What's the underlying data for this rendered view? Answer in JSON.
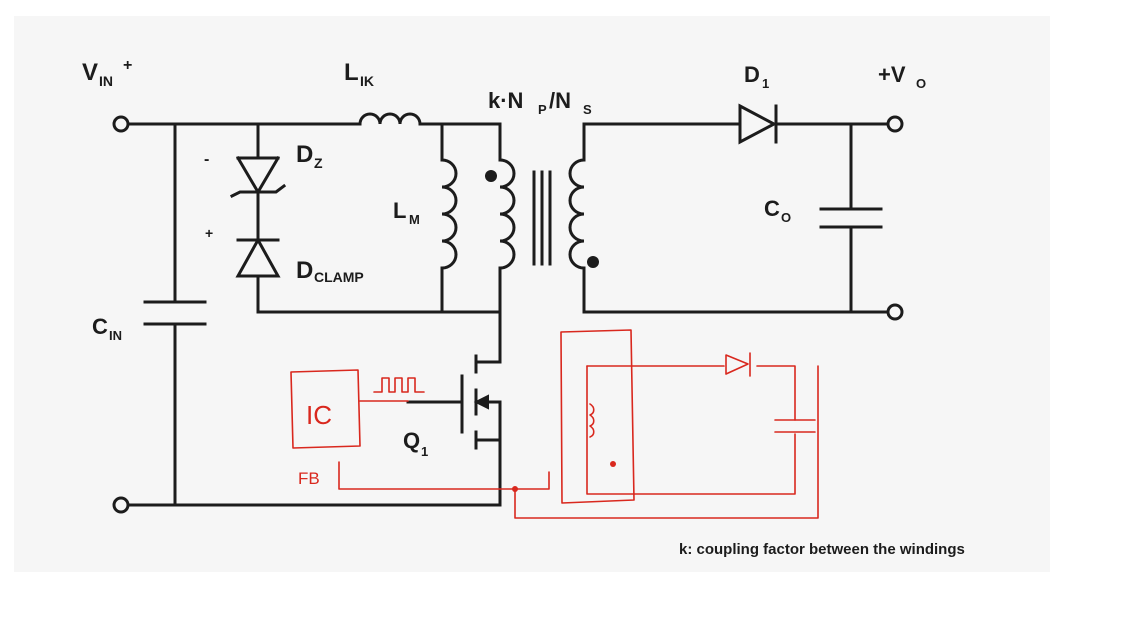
{
  "labels": {
    "vin": "VIN+",
    "vin_base": "V",
    "vin_sub": "IN",
    "vin_sup": "+",
    "lik_base": "L",
    "lik_sub": "IK",
    "transformer_ratio_k": "k·N",
    "transformer_ratio_p": "P",
    "transformer_ratio_slash": "/N",
    "transformer_ratio_s": "S",
    "d1_base": "D",
    "d1_sub": "1",
    "vo": "+V",
    "vo_sub": "O",
    "dz_base": "D",
    "dz_sub": "Z",
    "lm_base": "L",
    "lm_sub": "M",
    "co_base": "C",
    "co_sub": "O",
    "dclamp_base": "D",
    "dclamp_sub": "CLAMP",
    "cin_base": "C",
    "cin_sub": "IN",
    "q1_base": "Q",
    "q1_sub": "1",
    "dz_minus": "-",
    "dz_plus": "+"
  },
  "handwritten": {
    "ic": "IC",
    "fb": "FB"
  },
  "caption": "k: coupling factor between the windings",
  "colors": {
    "ink": "#1c1c1c",
    "annotation": "#d9281e",
    "panel": "#f6f6f6"
  }
}
